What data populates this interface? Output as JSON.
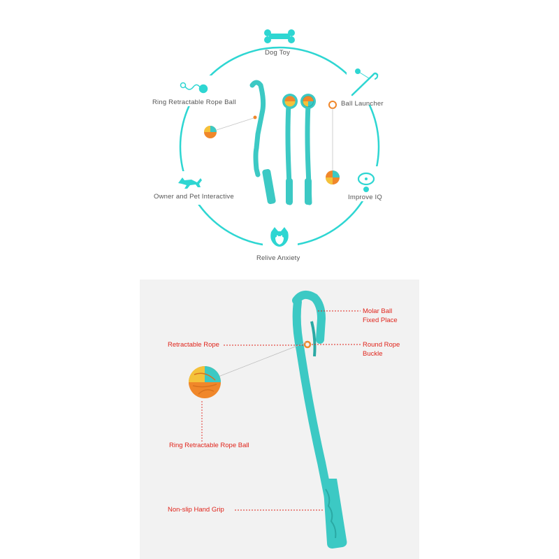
{
  "colors": {
    "accent": "#2ed6d2",
    "toy_teal": "#3cc9c4",
    "ball_orange": "#f0872a",
    "ball_yellow": "#f4c23a",
    "callout_red": "#e0241b",
    "panel_bg": "#f2f2f2"
  },
  "features": {
    "dog_toy": "Dog Toy",
    "ball_launcher": "Ball Launcher",
    "ring_rope_ball": "Ring Retractable Rope Ball",
    "owner_pet": "Owner and Pet  Interactive",
    "improve_iq": "Improve IQ",
    "relive_anxiety": "Relive Anxiety"
  },
  "icons": {
    "dog_toy": "bone-icon",
    "ball_launcher": "launcher-icon",
    "ring_rope_ball": "rope-ball-icon",
    "owner_pet": "running-dog-icon",
    "improve_iq": "collar-icon",
    "relive_anxiety": "shiba-dog-icon"
  },
  "callouts": {
    "molar_ball_line1": "Molar Ball",
    "molar_ball_line2": "Fixed Place",
    "retractable_rope": "Retractable Rope",
    "round_rope_line1": "Round Rope",
    "round_rope_line2": "Buckle",
    "ring_rope_ball": "Ring Retractable Rope Ball",
    "hand_grip": "Non-slip Hand Grip"
  }
}
